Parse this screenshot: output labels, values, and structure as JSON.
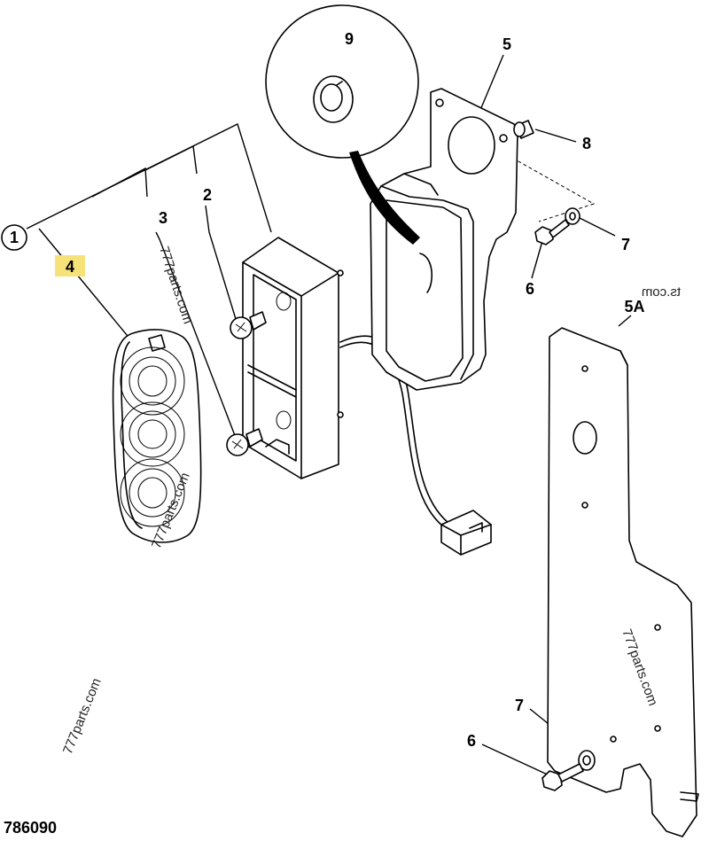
{
  "diagram": {
    "drawing_number": "786090",
    "callouts": {
      "c1": "1",
      "c2": "2",
      "c3": "3",
      "c4": "4",
      "c5": "5",
      "c5a": "5A",
      "c6_top": "6",
      "c6_bottom": "6",
      "c7_top": "7",
      "c7_bottom": "7",
      "c8": "8",
      "c9": "9"
    },
    "highlight_color": "#f7e27a",
    "watermarks": {
      "w1": "777parts.com",
      "w2": "777parts.com",
      "w3": "777parts.com",
      "w4": "777parts.com",
      "w5": "ts.com"
    }
  }
}
